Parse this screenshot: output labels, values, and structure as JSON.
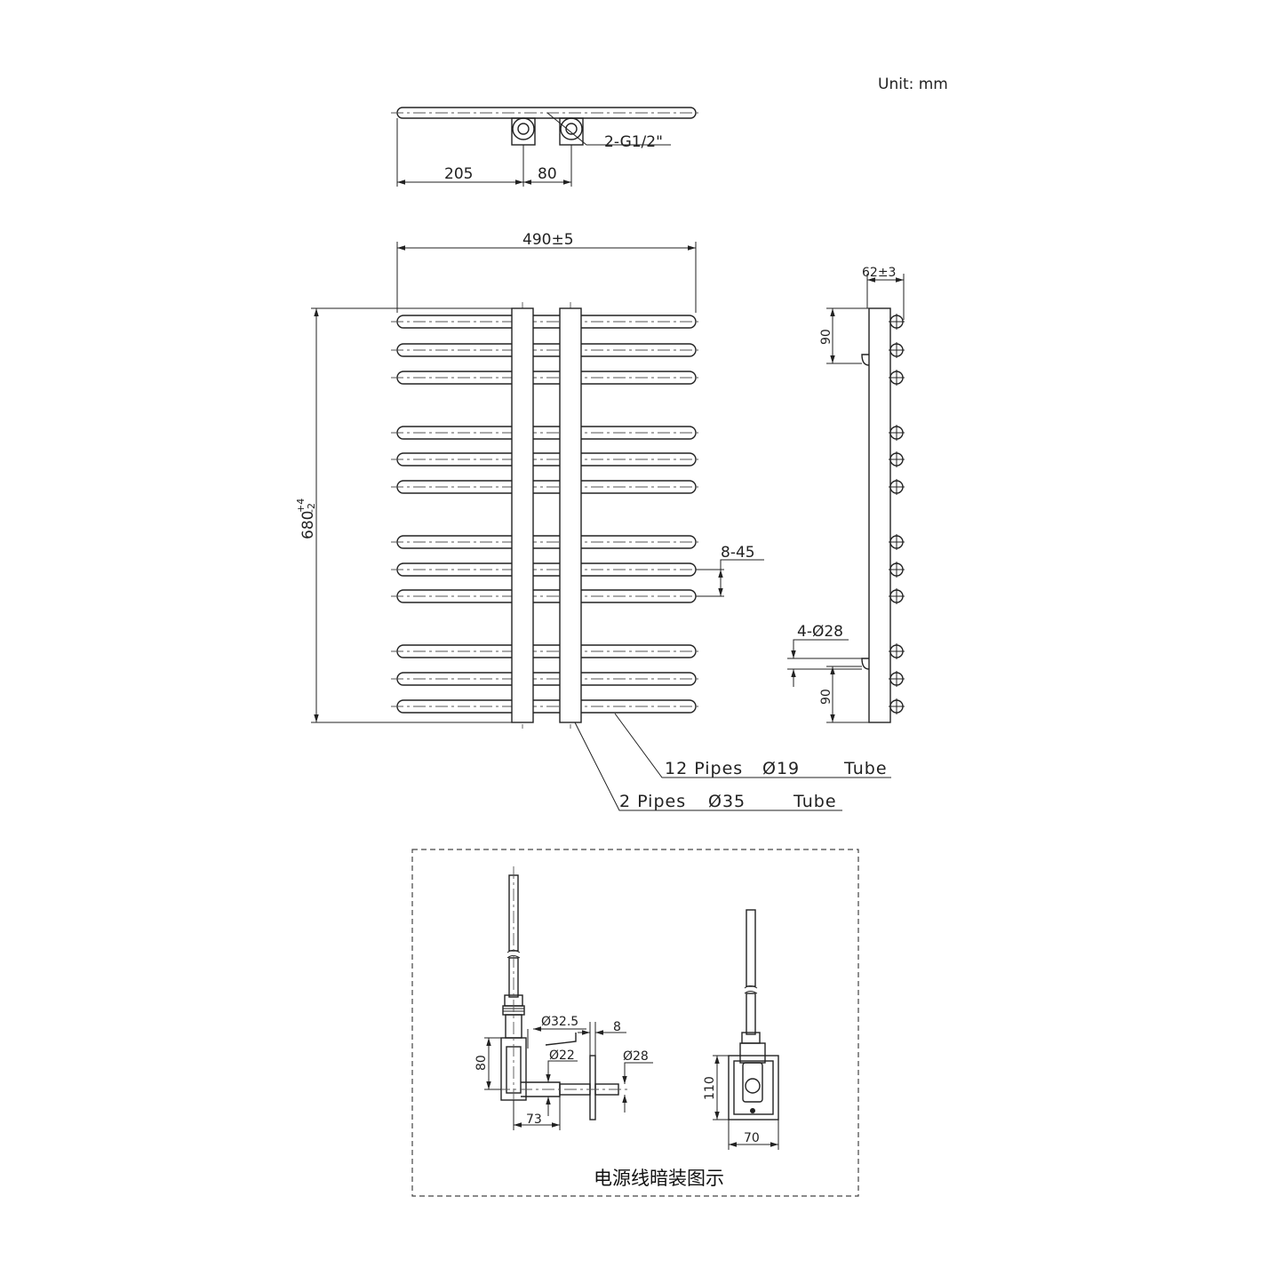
{
  "unit_label": "Unit: mm",
  "top_view": {
    "inlet_label": "2-G1/2\"",
    "dim_left": "205",
    "dim_spacing": "80"
  },
  "front_view": {
    "width": "490±5",
    "height": "680",
    "height_tol_upper": "+4",
    "height_tol_lower": "-2",
    "pipe_pitch": "8-45",
    "label_tubes_small_count": "12 Pipes",
    "label_tubes_small_dia": "Ø19",
    "label_tubes_small_suffix": "Tube",
    "label_tubes_large_count": "2 Pipes",
    "label_tubes_large_dia": "Ø35",
    "label_tubes_large_suffix": "Tube"
  },
  "side_view": {
    "depth": "62±3",
    "bracket_top": "90",
    "bracket_bottom": "90",
    "bracket_label": "4-Ø28"
  },
  "detail": {
    "dia_32": "Ø32.5",
    "dim_8": "8",
    "dia_22": "Ø22",
    "dia_28": "Ø28",
    "dim_80": "80",
    "dim_73": "73",
    "dim_110": "110",
    "dim_70": "70",
    "caption": "电源线暗装图示"
  }
}
